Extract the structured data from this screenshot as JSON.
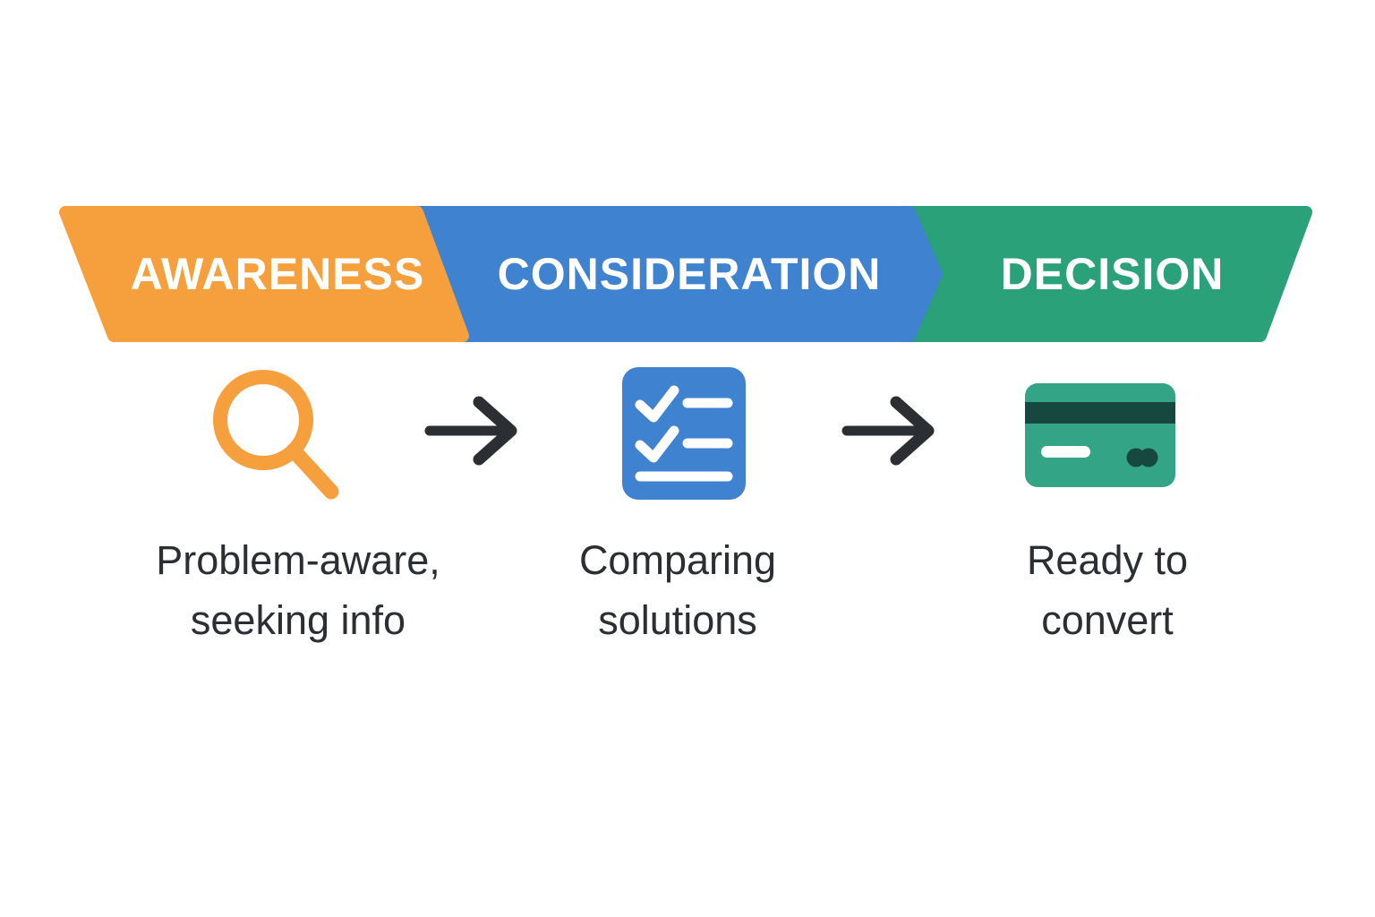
{
  "page": {
    "background_color": "#FFFFFF"
  },
  "funnel": {
    "label_text_color": "#FFFFFF",
    "description_text_color": "#2B2F33",
    "arrow_color": "#2B2F33",
    "stages": [
      {
        "label": "AWARENESS",
        "color": "#F5A03C",
        "icon": "search-icon",
        "icon_color": "#F5A03C",
        "description_line1": "Problem-aware,",
        "description_line2": "seeking info"
      },
      {
        "label": "CONSIDERATION",
        "color": "#3F82D0",
        "icon": "checklist-icon",
        "icon_color": "#3F82D0",
        "icon_detail_color": "#FFFFFF",
        "description_line1": "Comparing",
        "description_line2": "solutions"
      },
      {
        "label": "DECISION",
        "color": "#2AA178",
        "icon": "credit-card-icon",
        "icon_color": "#33A586",
        "icon_accent_color": "#17483F",
        "icon_detail_color": "#FFFFFF",
        "description_line1": "Ready to",
        "description_line2": "convert"
      }
    ]
  }
}
